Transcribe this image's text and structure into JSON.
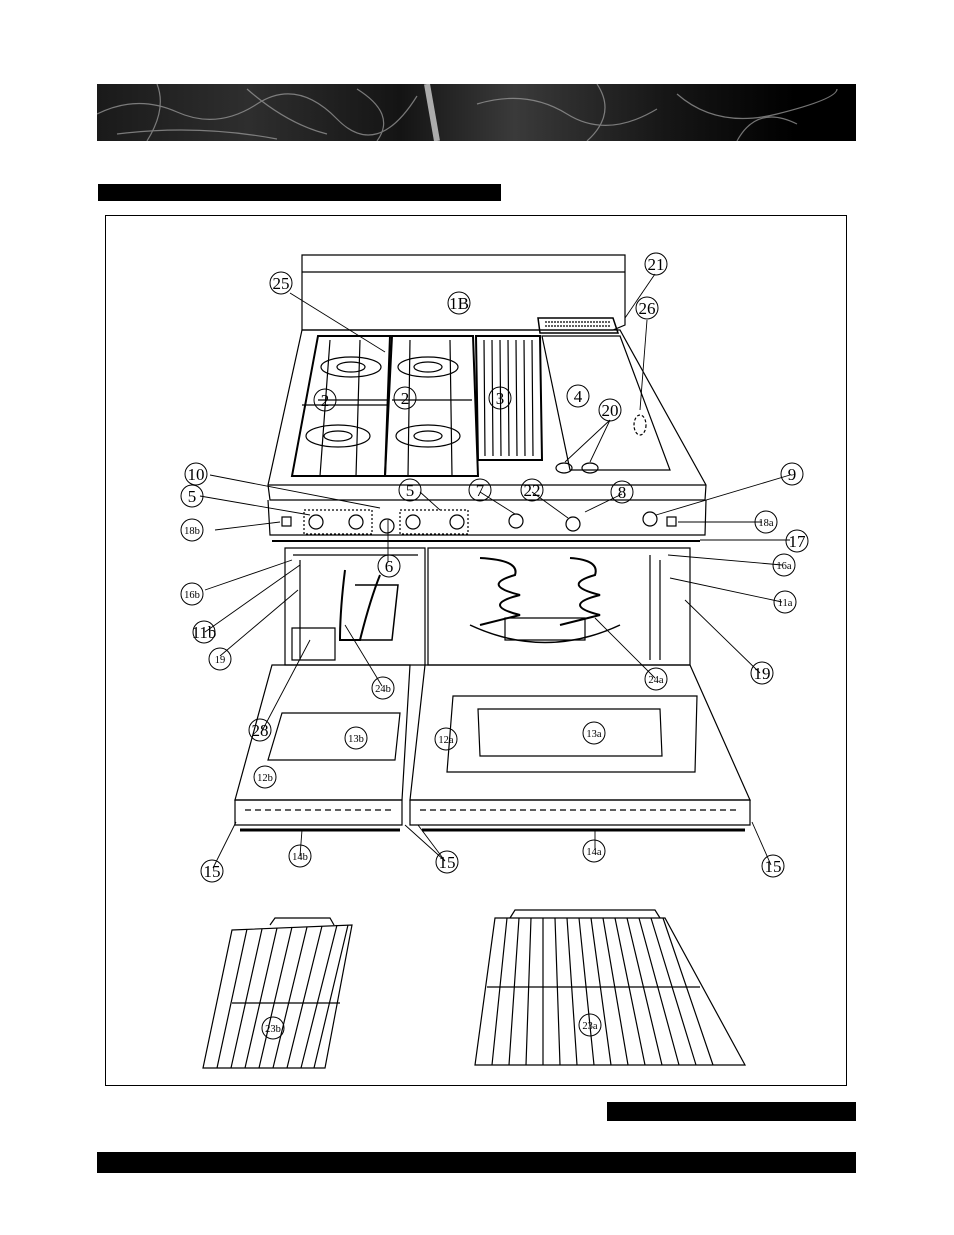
{
  "callouts": [
    {
      "id": "c1B",
      "text": "1B"
    },
    {
      "id": "c25",
      "text": "25"
    },
    {
      "id": "c21",
      "text": "21"
    },
    {
      "id": "c26",
      "text": "26"
    },
    {
      "id": "c2a",
      "text": "2"
    },
    {
      "id": "c2b",
      "text": "2"
    },
    {
      "id": "c3",
      "text": "3"
    },
    {
      "id": "c4",
      "text": "4"
    },
    {
      "id": "c20",
      "text": "20"
    },
    {
      "id": "c10",
      "text": "10"
    },
    {
      "id": "c9",
      "text": "9"
    },
    {
      "id": "c5a",
      "text": "5"
    },
    {
      "id": "c5b",
      "text": "5"
    },
    {
      "id": "c7",
      "text": "7"
    },
    {
      "id": "c22",
      "text": "22"
    },
    {
      "id": "c8",
      "text": "8"
    },
    {
      "id": "c18b",
      "text": "18b"
    },
    {
      "id": "c18a",
      "text": "18a"
    },
    {
      "id": "c17",
      "text": "17"
    },
    {
      "id": "c6",
      "text": "6"
    },
    {
      "id": "c16b",
      "text": "16b"
    },
    {
      "id": "c16a",
      "text": "16a"
    },
    {
      "id": "c11a",
      "text": "11a"
    },
    {
      "id": "c19a",
      "text": "19"
    },
    {
      "id": "c11b",
      "text": "11b"
    },
    {
      "id": "c19b",
      "text": "19"
    },
    {
      "id": "c24b",
      "text": "24b"
    },
    {
      "id": "c24a",
      "text": "24a"
    },
    {
      "id": "c28",
      "text": "28"
    },
    {
      "id": "c13b",
      "text": "13b"
    },
    {
      "id": "c12a",
      "text": "12a"
    },
    {
      "id": "c13a",
      "text": "13a"
    },
    {
      "id": "c12b",
      "text": "12b"
    },
    {
      "id": "c15a",
      "text": "15"
    },
    {
      "id": "c14b",
      "text": "14b"
    },
    {
      "id": "c15b",
      "text": "15"
    },
    {
      "id": "c14a",
      "text": "14a"
    },
    {
      "id": "c15c",
      "text": "15"
    },
    {
      "id": "c23b",
      "text": "23b"
    },
    {
      "id": "c23a",
      "text": "23a"
    }
  ],
  "colors": {
    "ink": "#000000",
    "paper": "#ffffff",
    "banner": "#1a1a1a"
  }
}
